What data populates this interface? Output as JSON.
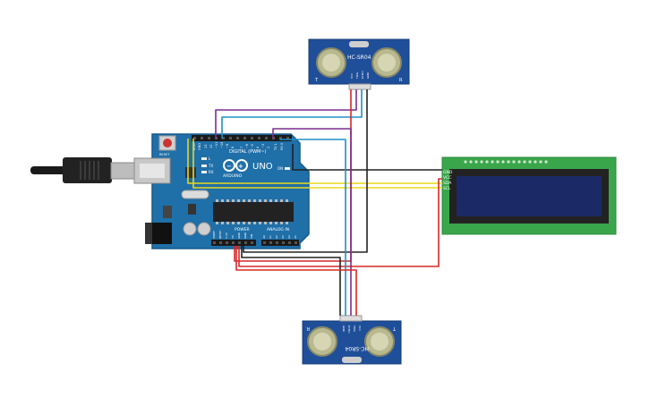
{
  "arduino": {
    "reset_label": "RESET",
    "digital_label": "DIGITAL (PWM~)",
    "logo_text": "UNO",
    "brand_text": "ARDUINO",
    "tx_label": "TX",
    "rx_label": "RX",
    "l_label": "L",
    "on_label": "ON",
    "aref_label": "AREF",
    "gnd_label": "GND",
    "power_label": "POWER",
    "analog_label": "ANALOG IN",
    "power_pins": [
      "IOREF",
      "RESET",
      "3.3V",
      "5V",
      "GND",
      "GND",
      "VIN"
    ],
    "analog_pins": [
      "A0",
      "A1",
      "A2",
      "A3",
      "A4",
      "A5"
    ],
    "digital_pins": [
      "13",
      "12",
      "~11",
      "~10",
      "~9",
      "8",
      "7",
      "~6",
      "~5",
      "4",
      "~3",
      "2",
      "TX 1",
      "RX 0"
    ]
  },
  "sensor_top": {
    "model": "HC-SR04",
    "left_mark": "T",
    "right_mark": "R",
    "pins": [
      "VCC",
      "TRIG",
      "ECHO",
      "GND"
    ]
  },
  "sensor_bottom": {
    "model": "HC-SR04",
    "left_mark": "R",
    "right_mark": "T",
    "pins": [
      "GND",
      "ECHO",
      "TRIG",
      "VCC"
    ]
  },
  "lcd": {
    "pins": [
      "GND",
      "VCC",
      "SDA",
      "SCL"
    ]
  },
  "colors": {
    "board": "#1f6fa8",
    "board_dark": "#165a8c",
    "lcd_pcb": "#3aa64b",
    "lcd_screen": "#1b2a66",
    "sensor_pcb": "#1f4f99",
    "transducer": "#c9c9a0",
    "wire_red": "#d62828",
    "wire_black": "#222222",
    "wire_yellow": "#e8d81c",
    "wire_purple": "#7b2d8e",
    "wire_blue": "#1e90c8",
    "wire_gray": "#9a9a9a"
  }
}
